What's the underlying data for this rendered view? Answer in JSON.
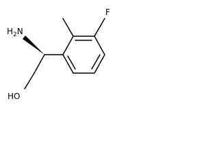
{
  "molecule": {
    "atoms": {
      "nh2": {
        "symbol": "H",
        "sub": "2",
        "prefix": "N"
      },
      "fluorine": {
        "symbol": "F"
      },
      "hydroxyl": {
        "symbol": "HO"
      }
    }
  },
  "colors": {
    "bond": "#000000",
    "label": "#000000",
    "background": "#ffffff"
  }
}
